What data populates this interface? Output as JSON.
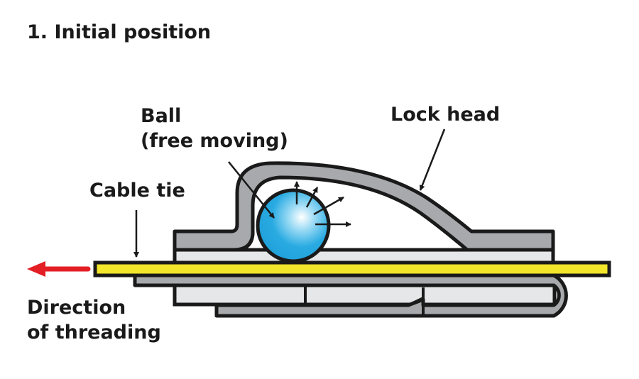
{
  "title": "1. Initial position",
  "labels": {
    "ball_line1": "Ball",
    "ball_line2": "(free moving)",
    "lock_head": "Lock head",
    "cable_tie": "Cable tie",
    "direction_line1": "Direction",
    "direction_line2": "of threading"
  },
  "colors": {
    "cable_tie": "#f2e52a",
    "lock_head": "#a7a9ac",
    "housing_light": "#e6e7e8",
    "ball": "#29abe2",
    "outline": "#1a1a1a",
    "arrow_red": "#e31e24"
  }
}
